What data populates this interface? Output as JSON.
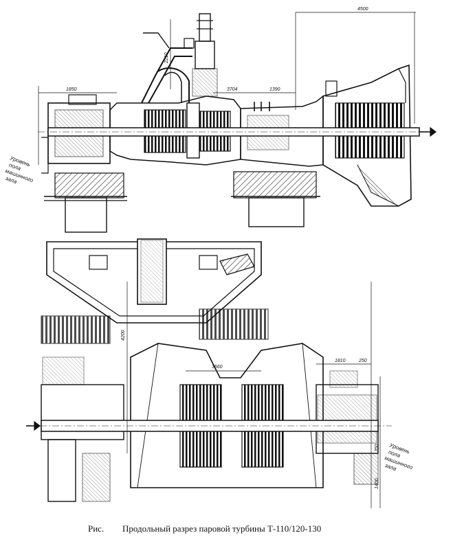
{
  "top_view": {
    "dimensions": {
      "d_1850": "1850",
      "d_2210": "2210",
      "d_3704": "3704",
      "d_1390": "1390",
      "d_4500": "4500"
    },
    "floor_level_lines": [
      "Уровень",
      "пола",
      "машинного",
      "зала"
    ]
  },
  "bottom_view": {
    "dimensions": {
      "d_4200": "4200",
      "d_3560": "3560",
      "d_1810": "1810",
      "d_250": "250",
      "d_350": "350",
      "d_1400": "1400"
    },
    "floor_level_lines": [
      "Уровень",
      "пола",
      "машинного",
      "зала"
    ]
  },
  "caption": {
    "figure_label": "Рис.",
    "title": "Продольный разрез паровой турбины Т-110/120-130"
  }
}
